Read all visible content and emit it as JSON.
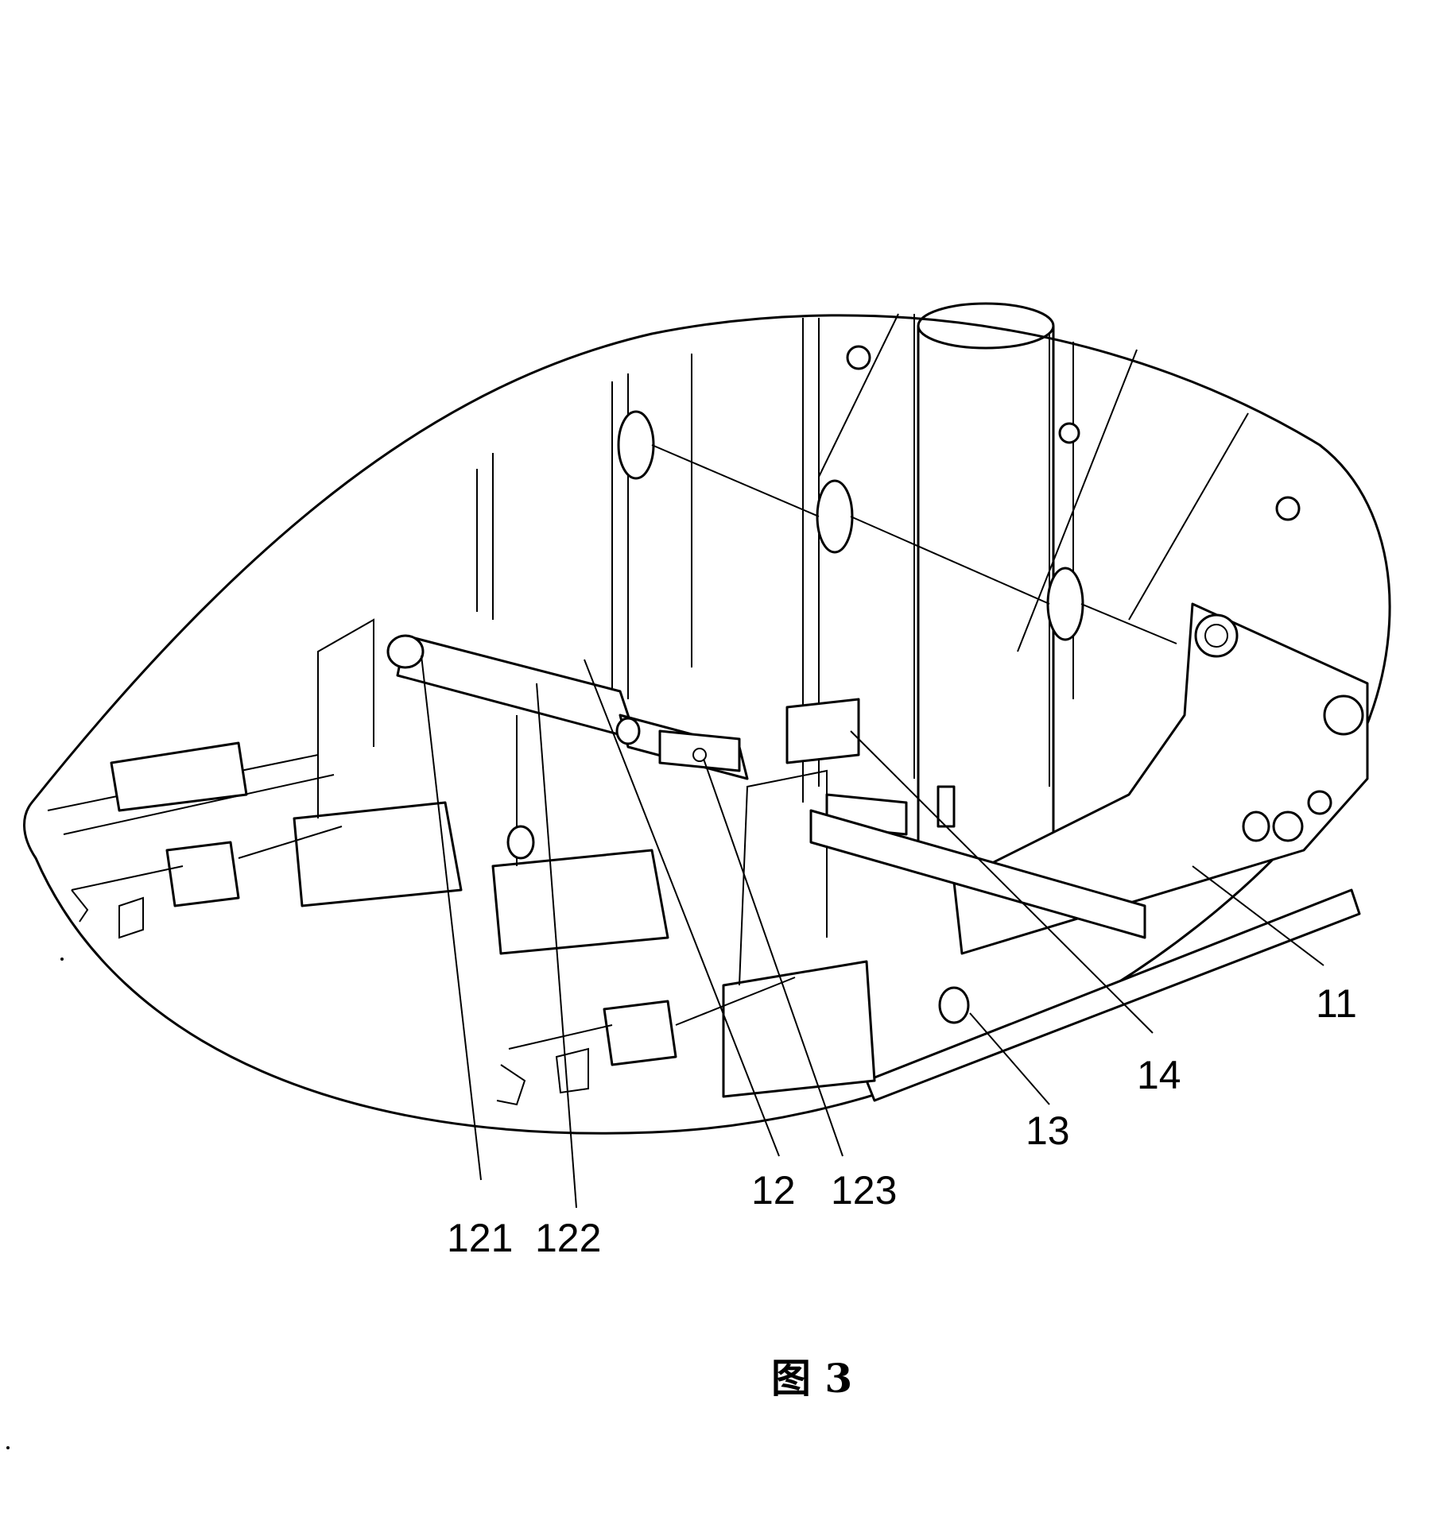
{
  "figure": {
    "caption": "图 3",
    "callouts": [
      {
        "id": "c-121",
        "label": "121"
      },
      {
        "id": "c-122",
        "label": "122"
      },
      {
        "id": "c-12",
        "label": "12"
      },
      {
        "id": "c-123",
        "label": "123"
      },
      {
        "id": "c-13",
        "label": "13"
      },
      {
        "id": "c-14",
        "label": "14"
      },
      {
        "id": "c-11",
        "label": "11"
      }
    ]
  }
}
